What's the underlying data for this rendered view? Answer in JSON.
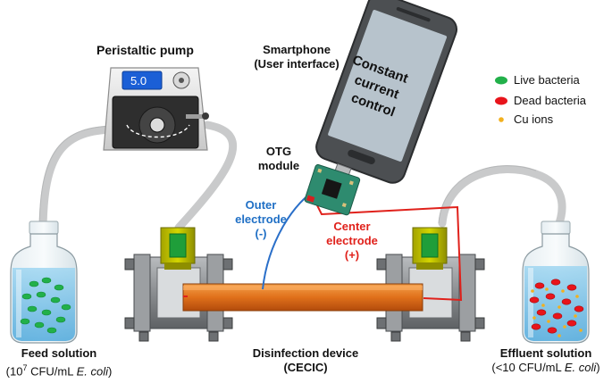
{
  "labels": {
    "pump_title": "Peristaltic pump",
    "pump_display": "5.0",
    "smartphone_line1": "Smartphone",
    "smartphone_line2": "(User interface)",
    "phone_screen_line1": "Constant",
    "phone_screen_line2": "current",
    "phone_screen_line3": "control",
    "otg_line1": "OTG",
    "otg_line2": "module",
    "outer_line1": "Outer",
    "outer_line2": "electrode",
    "outer_line3": "(-)",
    "center_line1": "Center",
    "center_line2": "electrode",
    "center_line3": "(+)",
    "feed_title": "Feed solution",
    "feed_sub_prefix": "(10",
    "feed_sub_sup": "7",
    "feed_sub_mid": " CFU/mL ",
    "feed_sub_italic": "E. coli",
    "feed_sub_end": ")",
    "device_line1": "Disinfection device",
    "device_line2": "(CECIC)",
    "effluent_title": "Effluent solution",
    "effluent_sub_prefix": "(<10 CFU/mL ",
    "effluent_sub_italic": "E. coli",
    "effluent_sub_end": ")"
  },
  "legend": [
    {
      "label": "Live bacteria",
      "color": "#22b04a",
      "shape": "ellipse"
    },
    {
      "label": "Dead bacteria",
      "color": "#e8141b",
      "shape": "ellipse"
    },
    {
      "label": "Cu ions",
      "color": "#f2b01e",
      "shape": "small-dot"
    }
  ],
  "colors": {
    "tube": "#c9cacb",
    "wire_outer": "#2a6fc9",
    "wire_center": "#e0211b",
    "water": "#bfe3f5",
    "fitting": "#b6b800",
    "rod": "#e07b1c",
    "pcb": "#2e8b6f"
  }
}
